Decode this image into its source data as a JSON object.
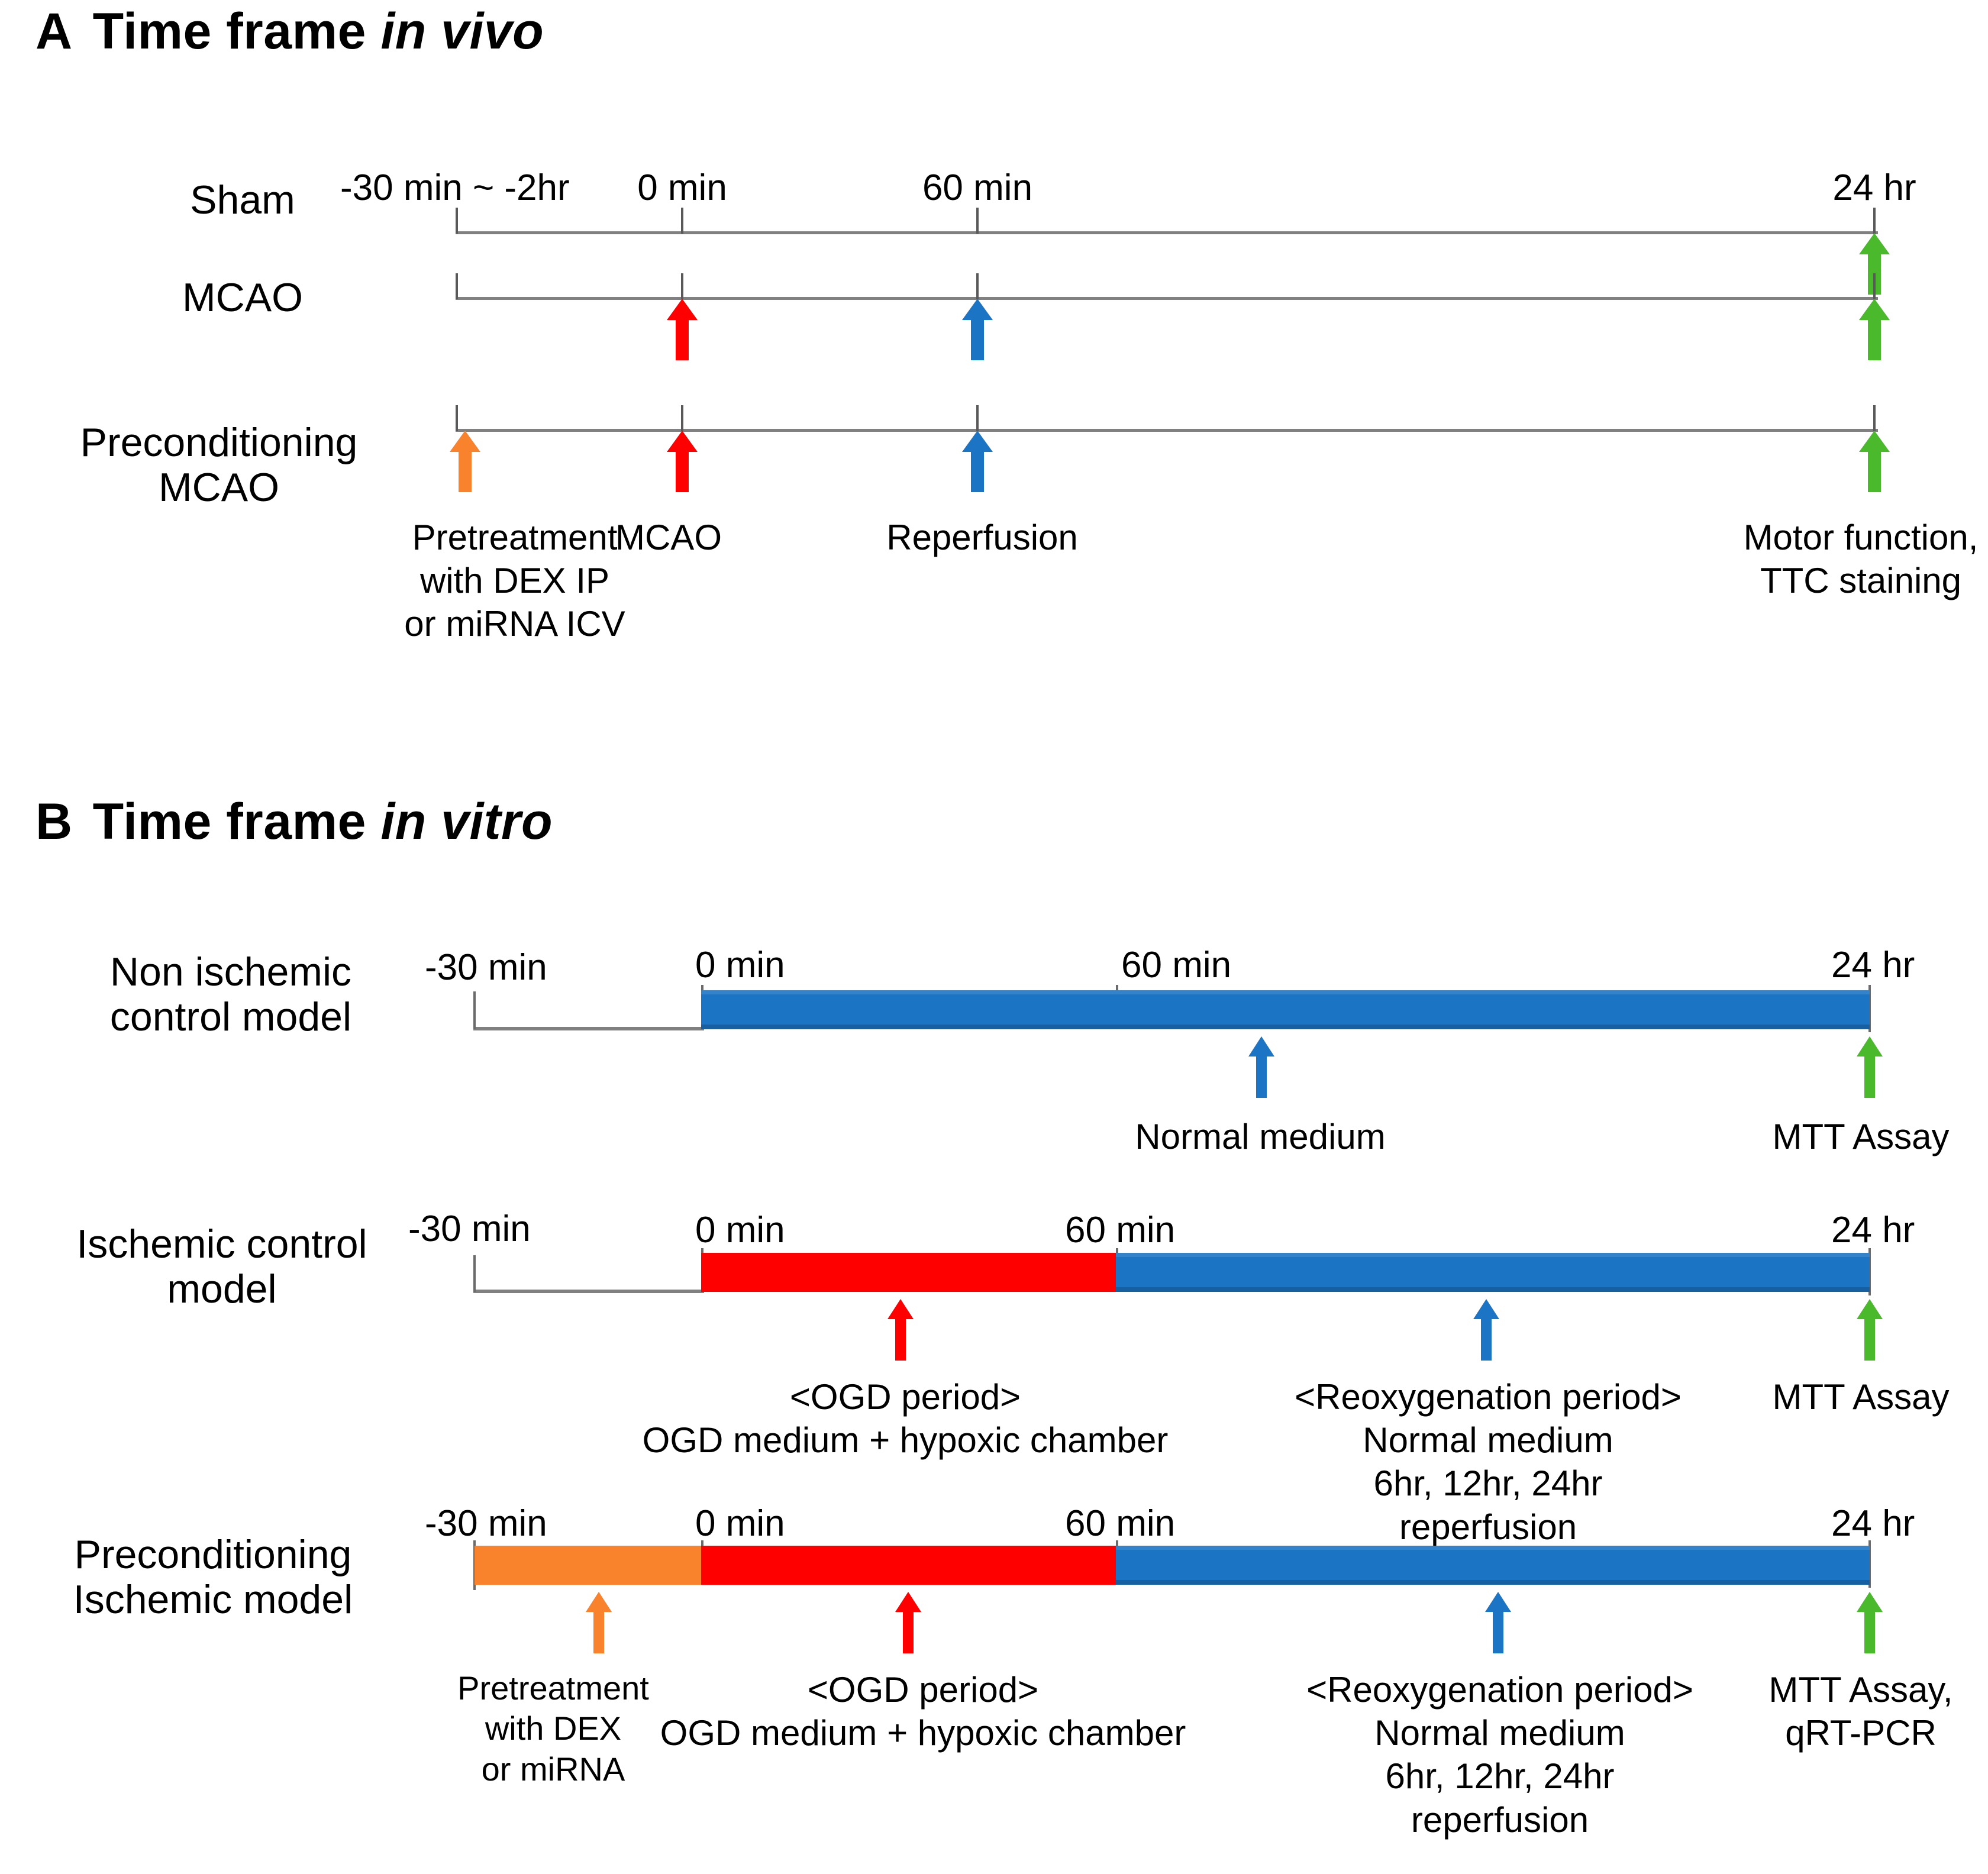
{
  "figure": {
    "panels": [
      {
        "id": "A",
        "letter": "A",
        "title_plain": "Time frame ",
        "title_italic": "in vivo",
        "rows": [
          {
            "label": "Sham"
          },
          {
            "label": "MCAO"
          },
          {
            "label": "Preconditioning\nMCAO"
          }
        ],
        "ticks": [
          {
            "label": "-30 min ~ -2hr"
          },
          {
            "label": "0 min"
          },
          {
            "label": "60 min"
          },
          {
            "label": "24 hr"
          }
        ],
        "annotations": [
          {
            "text": "Pretreatment\nwith DEX IP\nor miRNA ICV",
            "color": "#f9822c"
          },
          {
            "text": "MCAO",
            "color": "#fe0000"
          },
          {
            "text": "Reperfusion",
            "color": "#1c75c4"
          },
          {
            "text": "Motor function,\nTTC staining",
            "color": "#4ab92c"
          }
        ]
      },
      {
        "id": "B",
        "letter": "B",
        "title_plain": "Time frame ",
        "title_italic": "in vitro",
        "rows": [
          {
            "label": "Non ischemic\ncontrol model",
            "ticks": [
              "-30 min",
              "0 min",
              "60 min",
              "24 hr"
            ],
            "segments": [
              {
                "type": "line",
                "color": "#808080"
              },
              {
                "type": "bar",
                "color": "#1c75c4"
              }
            ],
            "annotations": [
              {
                "text": "Normal medium",
                "color": "#1c75c4"
              },
              {
                "text": "MTT Assay",
                "color": "#4ab92c"
              }
            ]
          },
          {
            "label": "Ischemic control\nmodel",
            "ticks": [
              "-30 min",
              "0 min",
              "60 min",
              "24 hr"
            ],
            "segments": [
              {
                "type": "line",
                "color": "#808080"
              },
              {
                "type": "bar",
                "color": "#ff0000"
              },
              {
                "type": "bar",
                "color": "#1c75c4"
              }
            ],
            "annotations": [
              {
                "text": "<OGD period>\nOGD medium + hypoxic chamber",
                "color": "#fe0000"
              },
              {
                "text": "<Reoxygenation period>\nNormal medium\n6hr, 12hr, 24hr\nreperfusion",
                "color": "#1c75c4"
              },
              {
                "text": "MTT Assay",
                "color": "#4ab92c"
              }
            ]
          },
          {
            "label": "Preconditioning\nIschemic model",
            "ticks": [
              "-30 min",
              "0 min",
              "60 min",
              "24 hr"
            ],
            "segments": [
              {
                "type": "bar",
                "color": "#f9822c"
              },
              {
                "type": "bar",
                "color": "#ff0000"
              },
              {
                "type": "bar",
                "color": "#1c75c4"
              }
            ],
            "annotations": [
              {
                "text": "Pretreatment\nwith DEX\nor miRNA",
                "color": "#f9822c"
              },
              {
                "text": "<OGD period>\nOGD medium + hypoxic chamber",
                "color": "#fe0000"
              },
              {
                "text": "<Reoxygenation period>\nNormal medium\n6hr, 12hr, 24hr\nreperfusion",
                "color": "#1c75c4"
              },
              {
                "text": "MTT Assay,\nqRT-PCR",
                "color": "#4ab92c"
              }
            ]
          }
        ]
      }
    ],
    "colors": {
      "blue": "#1c75c4",
      "red": "#ff0000",
      "orange": "#f9822c",
      "green": "#4ab92c",
      "axis": "#808080"
    }
  }
}
